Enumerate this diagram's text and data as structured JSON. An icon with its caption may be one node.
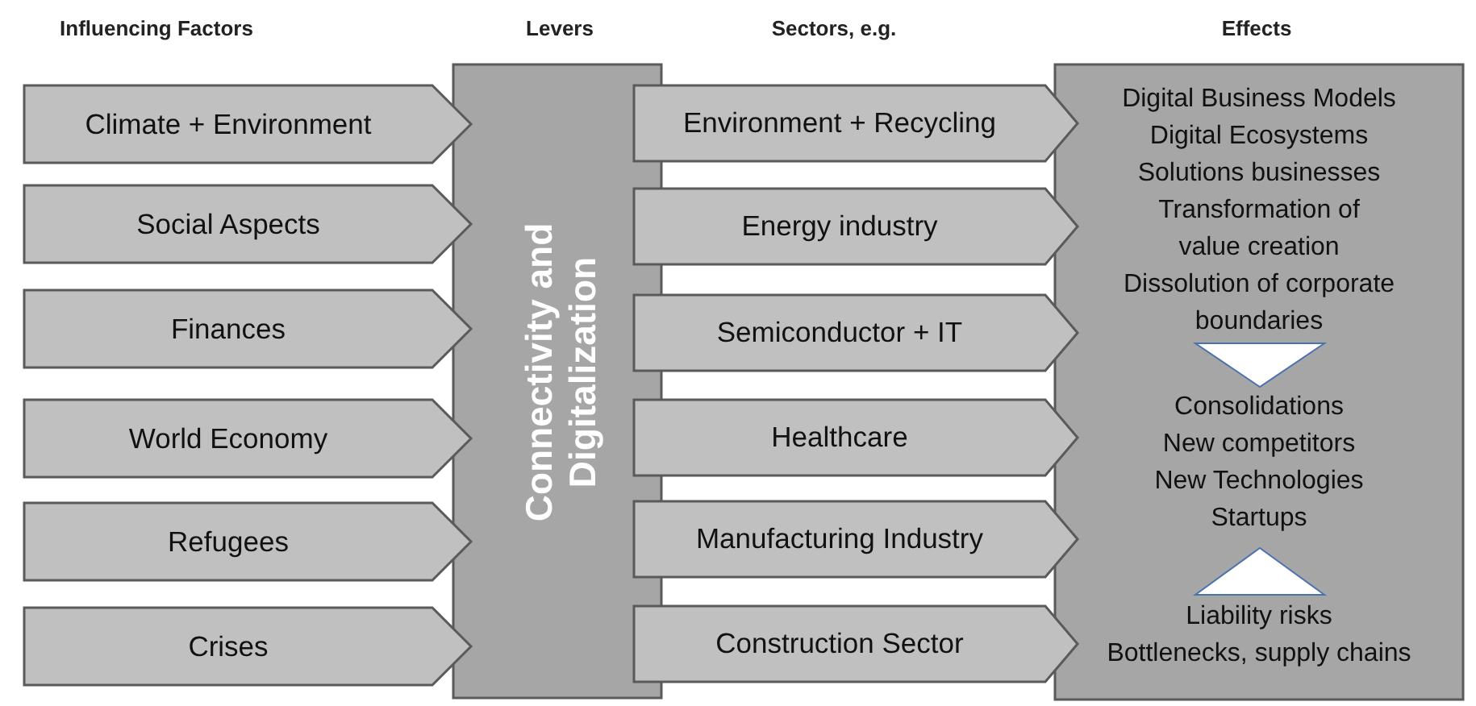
{
  "diagram": {
    "nodes": [
      {
        "text": [
          "Climate + Environment"
        ]
      },
      {
        "text": [
          "Social Aspects"
        ]
      },
      {
        "text": [
          "Finances"
        ]
      },
      {
        "text": [
          "World Economy"
        ]
      },
      {
        "text": [
          "Refugees"
        ]
      },
      {
        "text": [
          "Crises"
        ]
      },
      {
        "text": [
          "Connectivity and Digitalization"
        ]
      },
      {
        "text": [
          "Environment + Recycling"
        ]
      },
      {
        "text": [
          "Energy industry"
        ]
      },
      {
        "text": [
          "Semiconductor + IT"
        ]
      },
      {
        "text": [
          "Healthcare"
        ]
      },
      {
        "text": [
          "Manufacturing Industry"
        ]
      },
      {
        "text": [
          "Construction Sector"
        ]
      },
      {
        "text": [
          "Digital Business Models",
          "Digital Ecosystems",
          "Solutions businesses",
          "Transformation of value creation",
          "Dissolution of corporate boundaries",
          "Consolidations",
          "New competitors",
          "New Technologies",
          "Startups",
          "Liability risks",
          "Bottlenecks, supply chains"
        ]
      }
    ],
    "labels": [
      "Influencing Factors",
      "Levers",
      "Sectors, e.g.",
      "Effects"
    ]
  }
}
